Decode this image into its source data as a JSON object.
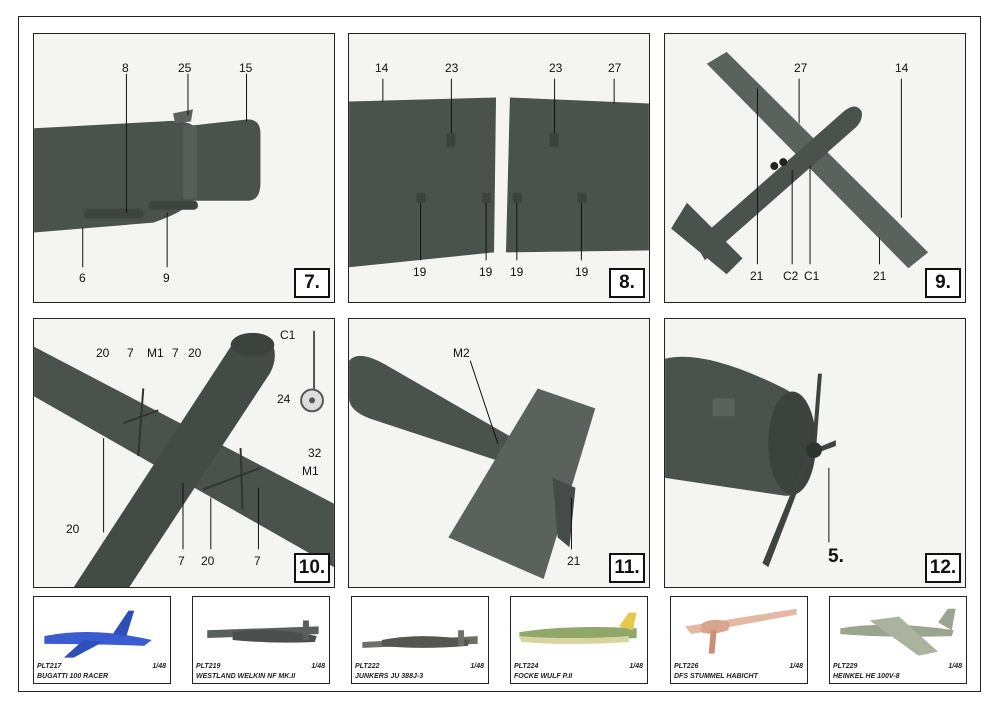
{
  "steps": {
    "s7": {
      "number": "7.",
      "callouts": {
        "c8": "8",
        "c25": "25",
        "c15": "15",
        "c6": "6",
        "c9": "9"
      }
    },
    "s8": {
      "number": "8.",
      "callouts": {
        "c14": "14",
        "c23a": "23",
        "c23b": "23",
        "c27": "27",
        "c19a": "19",
        "c19b": "19",
        "c19c": "19",
        "c19d": "19"
      }
    },
    "s9": {
      "number": "9.",
      "callouts": {
        "c27": "27",
        "c14": "14",
        "c21a": "21",
        "c2": "C2",
        "c1": "C1",
        "c21b": "21"
      }
    },
    "s10": {
      "number": "10.",
      "callouts": {
        "c1": "C1",
        "c20a": "20",
        "c7a": "7",
        "m1a": "M1",
        "c7b": "7",
        "c20b": "20",
        "c24": "24",
        "c32": "32",
        "m1b": "M1",
        "c20c": "20",
        "c7c": "7",
        "c20d": "20",
        "c7d": "7"
      }
    },
    "s11": {
      "number": "11.",
      "callouts": {
        "m2": "M2",
        "c21": "21"
      }
    },
    "s12": {
      "number": "12.",
      "callouts": {
        "c5": "5."
      }
    }
  },
  "related_kits": [
    {
      "code": "PLT217",
      "scale": "1/48",
      "name": "BUGATTI 100 RACER",
      "color": "#3b5bd0"
    },
    {
      "code": "PLT219",
      "scale": "1/48",
      "name": "WESTLAND WELKIN NF MK.II",
      "color": "#5a5e5c"
    },
    {
      "code": "PLT222",
      "scale": "1/48",
      "name": "JUNKERS JU 388J-3",
      "color": "#6e6f66"
    },
    {
      "code": "PLT224",
      "scale": "1/48",
      "name": "FOCKE WULF P.II",
      "color": "#8fa86a"
    },
    {
      "code": "PLT226",
      "scale": "1/48",
      "name": "DFS STUMMEL HABICHT",
      "color": "#e3b9a4"
    },
    {
      "code": "PLT229",
      "scale": "1/48",
      "name": "HEINKEL HE 100V-8",
      "color": "#9aa48e"
    }
  ],
  "colors": {
    "model_grey": "#4a524e",
    "frame": "#222222"
  }
}
